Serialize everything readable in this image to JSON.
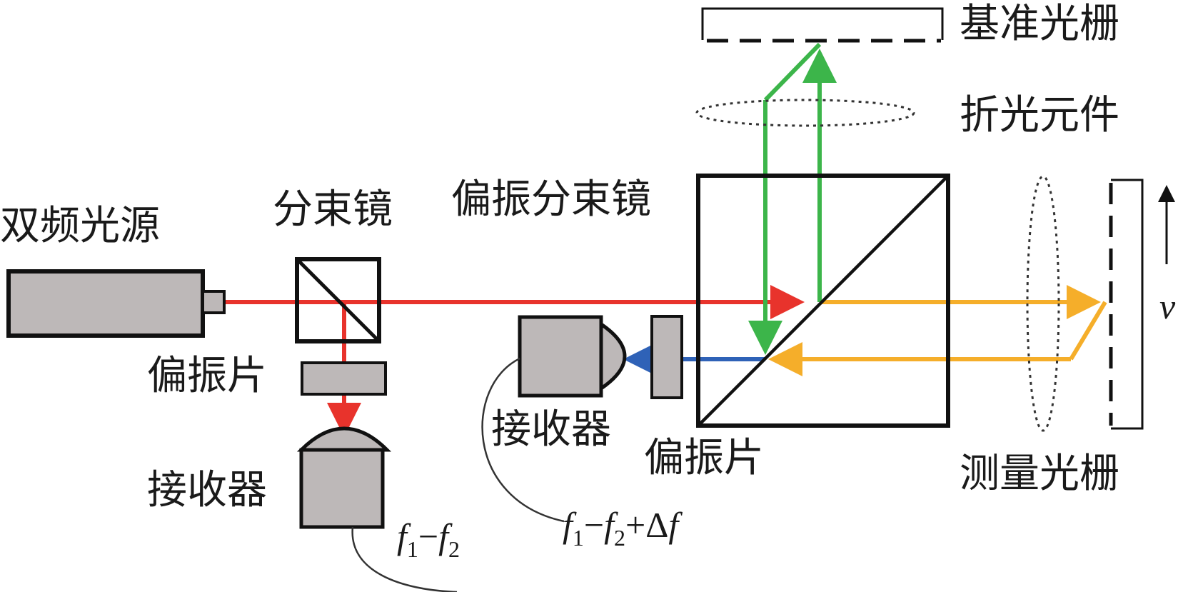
{
  "labels": {
    "source": "双频光源",
    "beam_splitter": "分束镜",
    "polarizer_left": "偏振片",
    "receiver_left": "接收器",
    "pbs": "偏振分束镜",
    "receiver_mid": "接收器",
    "polarizer_mid": "偏振片",
    "ref_grating": "基准光栅",
    "refractive_element": "折光元件",
    "measure_grating": "测量光栅",
    "velocity": "v"
  },
  "formulas": {
    "left": {
      "f": "f",
      "i1": "1",
      "minus": "−",
      "i2": "2"
    },
    "mid": {
      "f": "f",
      "i1": "1",
      "minus": "−",
      "i2": "2",
      "plus": "+",
      "delta": "Δ"
    }
  },
  "colors": {
    "red_beam": "#e8332c",
    "green_beam": "#3cb54a",
    "orange_beam": "#f5ae2a",
    "blue_beam": "#2f62b7",
    "component_fill": "#bdb8b8"
  }
}
